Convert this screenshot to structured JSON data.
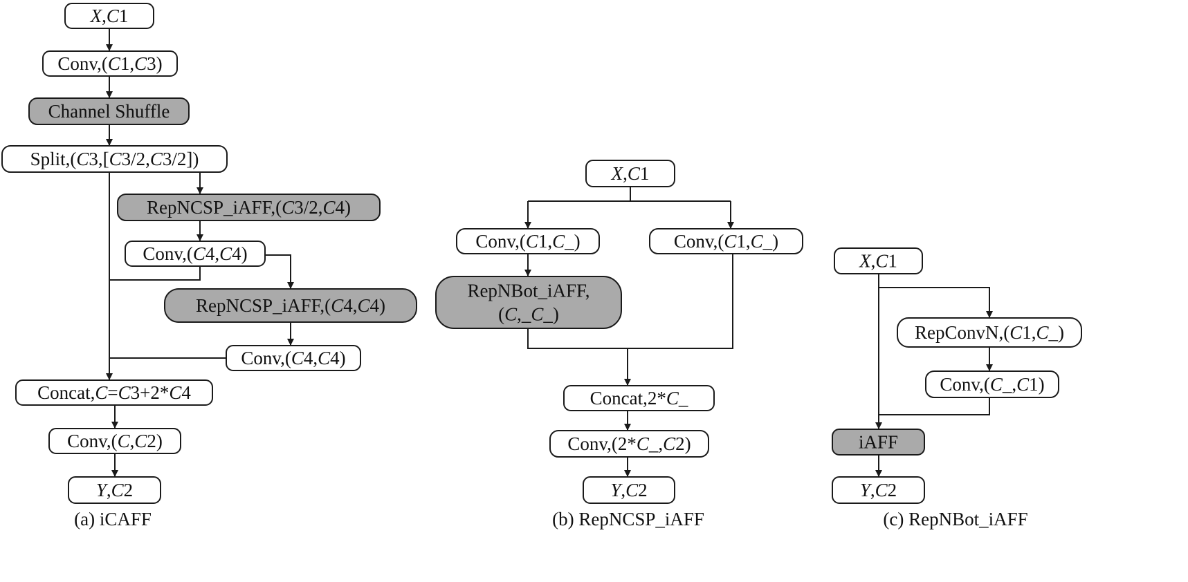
{
  "diagrams": [
    {
      "id": "a",
      "caption": "(a) iCAFF",
      "nodes": [
        {
          "id": "a_in",
          "style": "white",
          "parts": [
            {
              "t": "X",
              "i": true
            },
            {
              "t": ","
            },
            {
              "t": "C",
              "i": true
            },
            {
              "t": "1"
            }
          ]
        },
        {
          "id": "a_conv1",
          "style": "white",
          "parts": [
            {
              "t": "Conv,("
            },
            {
              "t": "C",
              "i": true
            },
            {
              "t": "1,"
            },
            {
              "t": "C",
              "i": true
            },
            {
              "t": "3)"
            }
          ]
        },
        {
          "id": "a_shuf",
          "style": "gray",
          "parts": [
            {
              "t": "Channel Shuffle"
            }
          ]
        },
        {
          "id": "a_split",
          "style": "white",
          "parts": [
            {
              "t": "Split,("
            },
            {
              "t": "C",
              "i": true
            },
            {
              "t": "3,["
            },
            {
              "t": "C",
              "i": true
            },
            {
              "t": "3/2,"
            },
            {
              "t": "C",
              "i": true
            },
            {
              "t": "3/2])"
            }
          ]
        },
        {
          "id": "a_rep1",
          "style": "gray",
          "parts": [
            {
              "t": "RepNCSP_iAFF,("
            },
            {
              "t": "C",
              "i": true
            },
            {
              "t": "3/2,"
            },
            {
              "t": "C",
              "i": true
            },
            {
              "t": "4)"
            }
          ]
        },
        {
          "id": "a_conv2",
          "style": "white",
          "parts": [
            {
              "t": "Conv,("
            },
            {
              "t": "C",
              "i": true
            },
            {
              "t": "4,"
            },
            {
              "t": "C",
              "i": true
            },
            {
              "t": "4)"
            }
          ]
        },
        {
          "id": "a_rep2",
          "style": "gray",
          "parts": [
            {
              "t": "RepNCSP_iAFF,("
            },
            {
              "t": "C",
              "i": true
            },
            {
              "t": "4,"
            },
            {
              "t": "C",
              "i": true
            },
            {
              "t": "4)"
            }
          ]
        },
        {
          "id": "a_conv3",
          "style": "white",
          "parts": [
            {
              "t": "Conv,("
            },
            {
              "t": "C",
              "i": true
            },
            {
              "t": "4,"
            },
            {
              "t": "C",
              "i": true
            },
            {
              "t": "4)"
            }
          ]
        },
        {
          "id": "a_concat",
          "style": "white",
          "parts": [
            {
              "t": "Concat,"
            },
            {
              "t": "C",
              "i": true
            },
            {
              "t": "="
            },
            {
              "t": "C",
              "i": true
            },
            {
              "t": "3+2*"
            },
            {
              "t": "C",
              "i": true
            },
            {
              "t": "4"
            }
          ]
        },
        {
          "id": "a_conv4",
          "style": "white",
          "parts": [
            {
              "t": "Conv,("
            },
            {
              "t": "C",
              "i": true
            },
            {
              "t": ","
            },
            {
              "t": "C",
              "i": true
            },
            {
              "t": "2)"
            }
          ]
        },
        {
          "id": "a_out",
          "style": "white",
          "parts": [
            {
              "t": "Y",
              "i": true
            },
            {
              "t": ","
            },
            {
              "t": "C",
              "i": true
            },
            {
              "t": "2"
            }
          ]
        }
      ]
    },
    {
      "id": "b",
      "caption": "(b) RepNCSP_iAFF",
      "nodes": [
        {
          "id": "b_in",
          "style": "white",
          "parts": [
            {
              "t": "X",
              "i": true
            },
            {
              "t": ","
            },
            {
              "t": "C",
              "i": true
            },
            {
              "t": "1"
            }
          ]
        },
        {
          "id": "b_conv1",
          "style": "white",
          "parts": [
            {
              "t": "Conv,("
            },
            {
              "t": "C",
              "i": true
            },
            {
              "t": "1,"
            },
            {
              "t": "C",
              "i": true
            },
            {
              "t": "_)"
            }
          ]
        },
        {
          "id": "b_conv2",
          "style": "white",
          "parts": [
            {
              "t": "Conv,("
            },
            {
              "t": "C",
              "i": true
            },
            {
              "t": "1,"
            },
            {
              "t": "C",
              "i": true
            },
            {
              "t": "_)"
            }
          ]
        },
        {
          "id": "b_bot",
          "style": "gray",
          "lines": [
            [
              {
                "t": "RepNBot_iAFF,"
              }
            ],
            [
              {
                "t": "("
              },
              {
                "t": "C",
                "i": true
              },
              {
                "t": ",_"
              },
              {
                "t": "C",
                "i": true
              },
              {
                "t": "_)"
              }
            ]
          ]
        },
        {
          "id": "b_concat",
          "style": "white",
          "parts": [
            {
              "t": "Concat,2*"
            },
            {
              "t": "C",
              "i": true
            },
            {
              "t": "_"
            }
          ]
        },
        {
          "id": "b_conv3",
          "style": "white",
          "parts": [
            {
              "t": "Conv,(2*"
            },
            {
              "t": "C",
              "i": true
            },
            {
              "t": "_,"
            },
            {
              "t": "C",
              "i": true
            },
            {
              "t": "2)"
            }
          ]
        },
        {
          "id": "b_out",
          "style": "white",
          "parts": [
            {
              "t": "Y",
              "i": true
            },
            {
              "t": ","
            },
            {
              "t": "C",
              "i": true
            },
            {
              "t": "2"
            }
          ]
        }
      ]
    },
    {
      "id": "c",
      "caption": "(c) RepNBot_iAFF",
      "nodes": [
        {
          "id": "c_in",
          "style": "white",
          "parts": [
            {
              "t": "X",
              "i": true
            },
            {
              "t": ","
            },
            {
              "t": "C",
              "i": true
            },
            {
              "t": "1"
            }
          ]
        },
        {
          "id": "c_rep",
          "style": "white",
          "parts": [
            {
              "t": "RepConvN,("
            },
            {
              "t": "C",
              "i": true
            },
            {
              "t": "1,"
            },
            {
              "t": "C",
              "i": true
            },
            {
              "t": "_)"
            }
          ]
        },
        {
          "id": "c_conv",
          "style": "white",
          "parts": [
            {
              "t": "Conv,("
            },
            {
              "t": "C",
              "i": true
            },
            {
              "t": "_,"
            },
            {
              "t": "C",
              "i": true
            },
            {
              "t": "1)"
            }
          ]
        },
        {
          "id": "c_iaff",
          "style": "gray",
          "parts": [
            {
              "t": "iAFF"
            }
          ]
        },
        {
          "id": "c_out",
          "style": "white",
          "parts": [
            {
              "t": "Y",
              "i": true
            },
            {
              "t": ","
            },
            {
              "t": "C",
              "i": true
            },
            {
              "t": "2"
            }
          ]
        }
      ]
    }
  ]
}
